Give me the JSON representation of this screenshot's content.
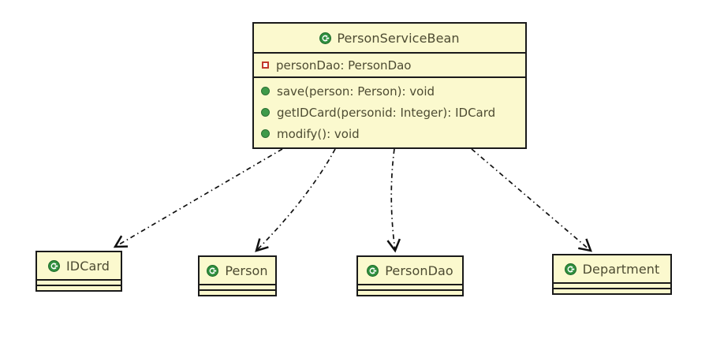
{
  "diagram": {
    "type": "uml-class-diagram",
    "background_color": "#ffffff",
    "class_fill_color": "#fbf9ce",
    "class_border_color": "#1a1a1a",
    "text_color": "#4d4b32",
    "relationship_style": "dashed-dependency-arrow"
  },
  "main_class": {
    "name": "PersonServiceBean",
    "icon": "class-icon",
    "attributes": [
      {
        "icon": "private-attribute-icon",
        "text": "personDao: PersonDao"
      }
    ],
    "operations": [
      {
        "icon": "public-method-icon",
        "text": "save(person: Person): void"
      },
      {
        "icon": "public-method-icon",
        "text": "getIDCard(personid: Integer): IDCard"
      },
      {
        "icon": "public-method-icon",
        "text": "modify(): void"
      }
    ]
  },
  "related_classes": [
    {
      "name": "IDCard",
      "icon": "class-icon"
    },
    {
      "name": "Person",
      "icon": "class-icon"
    },
    {
      "name": "PersonDao",
      "icon": "class-icon"
    },
    {
      "name": "Department",
      "icon": "class-icon"
    }
  ],
  "relationships": [
    {
      "from": "PersonServiceBean",
      "to": "IDCard",
      "kind": "dependency"
    },
    {
      "from": "PersonServiceBean",
      "to": "Person",
      "kind": "dependency"
    },
    {
      "from": "PersonServiceBean",
      "to": "PersonDao",
      "kind": "dependency"
    },
    {
      "from": "PersonServiceBean",
      "to": "Department",
      "kind": "dependency"
    }
  ]
}
